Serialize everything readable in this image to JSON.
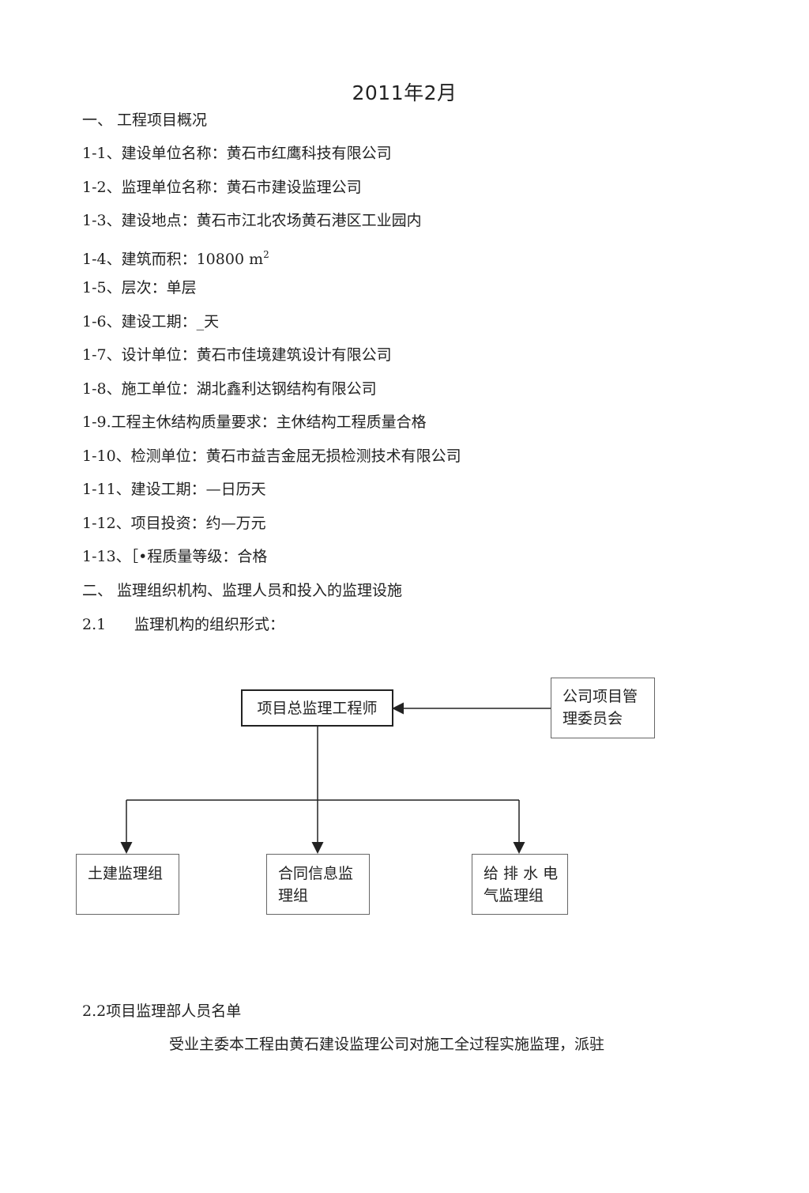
{
  "doc": {
    "date_title": "2011年2月",
    "section1": "一、 工程项目概况",
    "items": [
      "1-1、建设单位名称：黄石市红鹰科技有限公司",
      "1-2、监理单位名称：黄石市建设监理公司",
      "1-3、建设地点：黄石市江北农场黄石港区工业园内",
      "1-4、建筑而积：10800 m",
      "1-5、层次：单层",
      "1-6、建设工期：_天",
      "1-7、设计单位：黄石市佳境建筑设计有限公司",
      "1-8、施工单位：湖北鑫利达钢结构有限公司",
      "1-9.工程主休结构质量要求：主休结构工程质量合格",
      "1-10、检测单位：黄石市益吉金屈无损检测技术有限公司",
      "1-11、建设工期：—日历天",
      "1-12、项目投资：约—万元",
      "1-13、［•程质量等级：合格"
    ],
    "area_superscript": "2",
    "section2": "二、 监理组织机构、监理人员和投入的监理设施",
    "sec21_num": "2.1",
    "sec21_label": "监理机构的组织形式：",
    "sec22": "2.2项目监理部人员名单",
    "para": "受业主委本工程由黄石建设监理公司对施工全过程实施监理，派驻"
  },
  "org": {
    "chief": "项目总监理工程师",
    "committee_l1": "公司项目管",
    "committee_l2": "理委员会",
    "civil": "土建监理组",
    "contract_l1": "合同信息监",
    "contract_l2": "理组",
    "mep_l1": "给 排 水 电",
    "mep_l2": "气监理组"
  }
}
